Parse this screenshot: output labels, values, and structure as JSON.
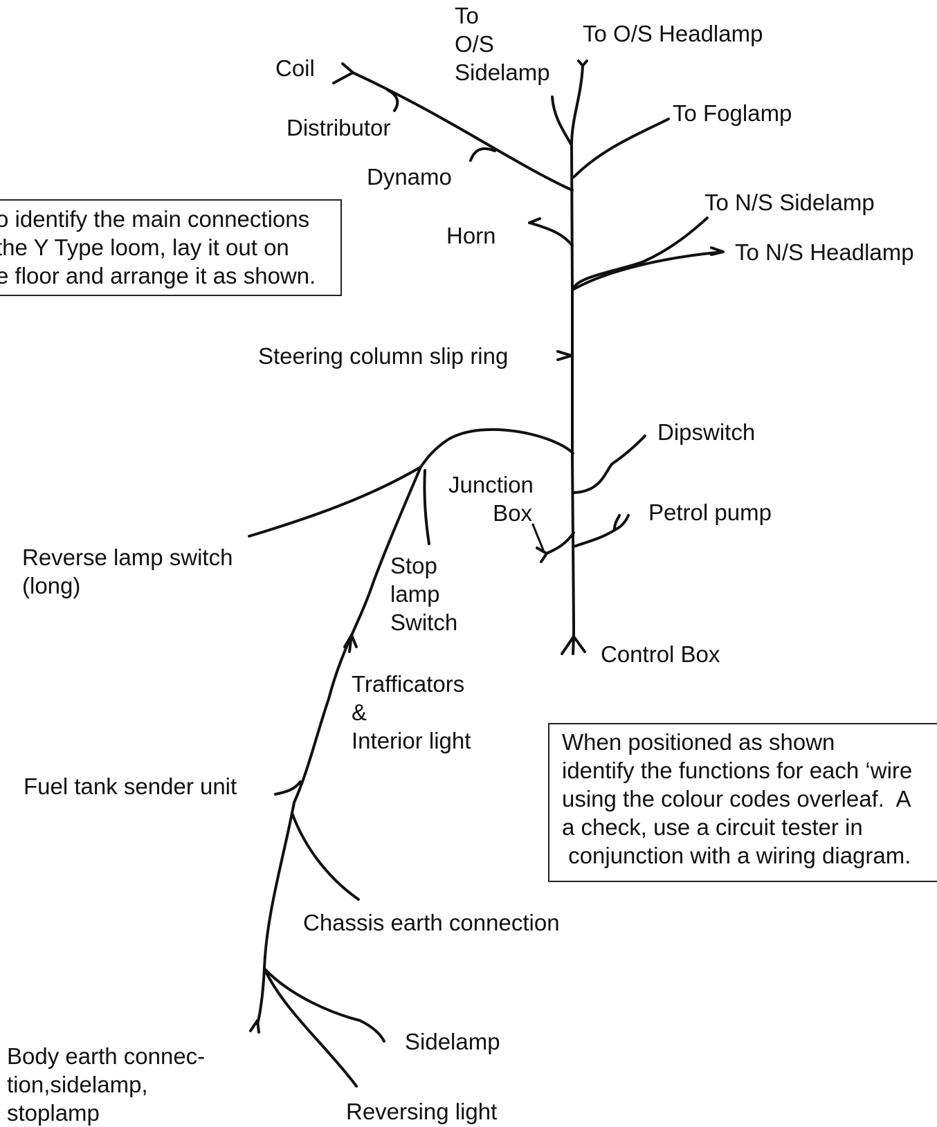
{
  "labels": {
    "to_os_sidelamp": "To\nO/S\nSidelamp",
    "to_os_headlamp": "To O/S Headlamp",
    "coil": "Coil",
    "distributor": "Distributor",
    "to_foglamp": "To Foglamp",
    "dynamo": "Dynamo",
    "to_ns_sidelamp": "To N/S Sidelamp",
    "horn": "Horn",
    "to_ns_headlamp": "To N/S Headlamp",
    "steering_column_slip_ring": "Steering column slip ring",
    "dipswitch": "Dipswitch",
    "junction_box": "Junction\n       Box",
    "petrol_pump": "Petrol pump",
    "reverse_lamp_switch": "Reverse lamp switch\n(long)",
    "stop_lamp_switch": "Stop\nlamp\nSwitch",
    "control_box": "Control Box",
    "trafficators_interior_light": "Trafficators\n&\nInterior light",
    "fuel_tank_sender_unit": "Fuel tank sender unit",
    "chassis_earth_connection": "Chassis earth connection",
    "sidelamp": "Sidelamp",
    "body_earth": "Body earth connec-\ntion,sidelamp,\nstoplamp",
    "reversing_light": "Reversing light"
  },
  "notes": {
    "instruction_top": "o identify the main connections\nthe Y Type loom, lay it out on\ne floor and arrange it as shown.",
    "instruction_bottom": "When positioned as shown\nidentify the functions for each ‘wire\nusing the colour codes overleaf.  A\na check, use a circuit tester in\n conjunction with a wiring diagram."
  }
}
